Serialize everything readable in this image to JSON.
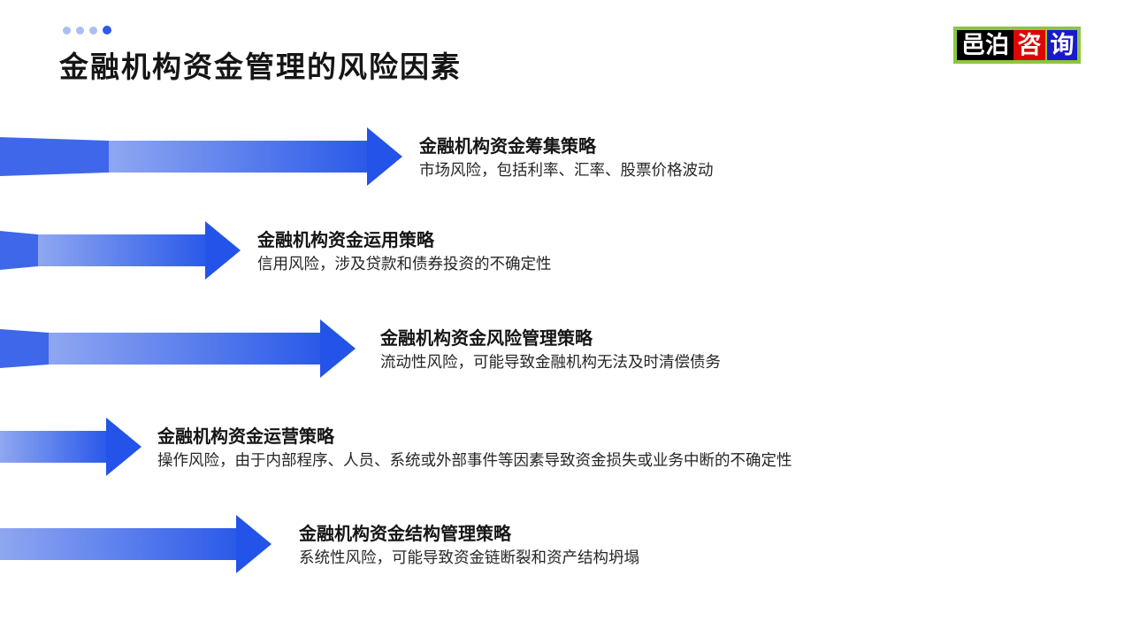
{
  "header": {
    "title": "金融机构资金管理的风险因素",
    "dot_colors": [
      "#A9BFF2",
      "#A9BFF2",
      "#A9BFF2",
      "#2D5BE8"
    ]
  },
  "logo": {
    "black_text": "邑泊",
    "red_text": "咨",
    "blue_text": "询",
    "border_color": "#8CC63E",
    "black_bg": "#000000",
    "red_bg": "#DE0505",
    "blue_bg": "#1A1ACC"
  },
  "items": [
    {
      "heading": "金融机构资金筹集策略",
      "desc": "市场风险，包括利率、汇率、股票价格波动"
    },
    {
      "heading": "金融机构资金运用策略",
      "desc": "信用风险，涉及贷款和债券投资的不确定性"
    },
    {
      "heading": "金融机构资金风险管理策略",
      "desc": "流动性风险，可能导致金融机构无法及时清偿债务"
    },
    {
      "heading": "金融机构资金运营策略",
      "desc": "操作风险，由于内部程序、人员、系统或外部事件等因素导致资金损失或业务中断的不确定性"
    },
    {
      "heading": "金融机构资金结构管理策略",
      "desc": "系统性风险，可能导致资金链断裂和资产结构坍塌"
    }
  ],
  "colors": {
    "arrow_tail": "#3E67E9",
    "arrow_body_light": "#8FA7F1",
    "arrow_body_dark": "#2B5AE9",
    "arrow_head": "#2353E8",
    "title_text": "#151515",
    "desc_text": "#262626"
  }
}
